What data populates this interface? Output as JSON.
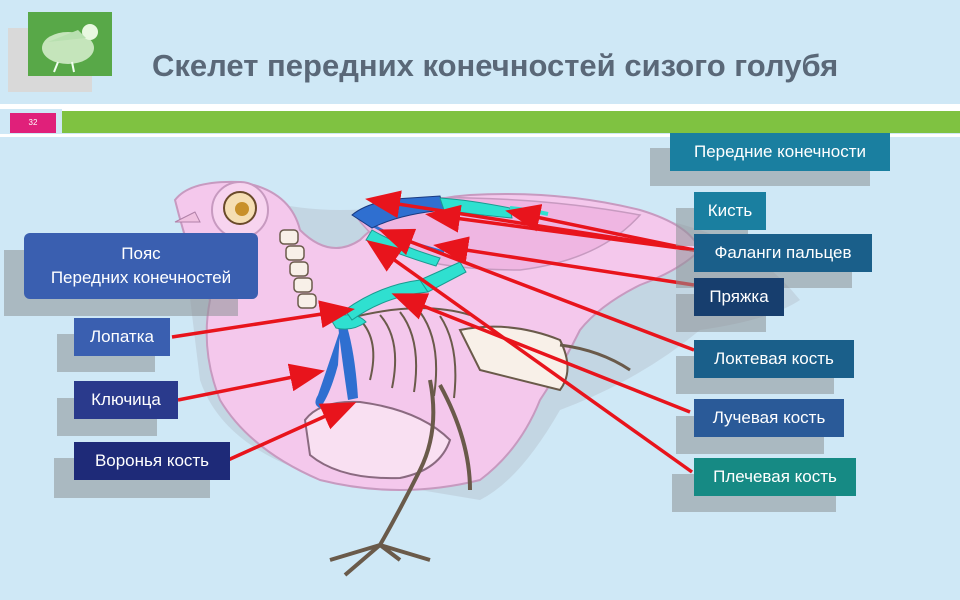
{
  "slide": {
    "title": "Скелет передних конечностей сизого голубя",
    "number": "32"
  },
  "labels_left": {
    "girdle": "Пояс\nПередних конечностей",
    "scapula": "Лопатка",
    "clavicle": "Ключица",
    "coracoid": "Воронья кость"
  },
  "labels_right": {
    "forelimbs": "Передние конечности",
    "hand": "Кисть",
    "phalanges": "Фаланги пальцев",
    "carpometacarpus": "Пряжка",
    "ulna": "Локтевая кость",
    "radius": "Лучевая кость",
    "humerus": "Плечевая кость"
  },
  "colors": {
    "background": "#cfe8f6",
    "title": "#5a6878",
    "green_bar": "#7fc241",
    "slide_number": "#e0207a",
    "arrow": "#e8141c",
    "box_blue": "#3a5fb0",
    "box_navy": "#2a3a8c",
    "box_dark_navy": "#1e2a78",
    "box_teal": "#1a7fa0",
    "box_dark_teal": "#1a5f8a",
    "box_deep": "#173e6e",
    "box_green_teal": "#168a84",
    "bird_body": "#f4c8ec",
    "bone_blue": "#2f6fd0",
    "bone_cyan": "#2fe0d0"
  }
}
